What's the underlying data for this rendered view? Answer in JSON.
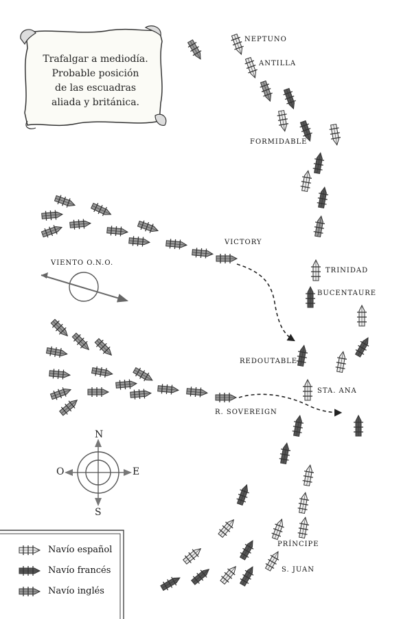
{
  "title": "Trafalgar a mediodía.\nProbable posición\nde las escuadras\naliada y británica.",
  "wind_label": "VIENTO O.N.O.",
  "compass": {
    "n": "N",
    "s": "S",
    "e": "E",
    "o": "O"
  },
  "ship_labels": {
    "neptuno": "NEPTUNO",
    "antilla": "ANTILLA",
    "formidable": "FORMIDABLE",
    "victory": "VICTORY",
    "trinidad": "TRINIDAD",
    "bucentaure": "BUCENTAURE",
    "redoutable": "REDOUTABLE",
    "sta_ana": "STA. ANA",
    "r_sovereign": "R. SOVEREIGN",
    "principe": "PRÍNCIPE",
    "s_juan": "S. JUAN"
  },
  "legend": {
    "spanish": "Navío español",
    "french": "Navío francés",
    "english": "Navío inglés"
  },
  "colors": {
    "spanish": "#ececec",
    "french": "#555555",
    "english": "#9a9a9a",
    "ink": "#333333"
  }
}
